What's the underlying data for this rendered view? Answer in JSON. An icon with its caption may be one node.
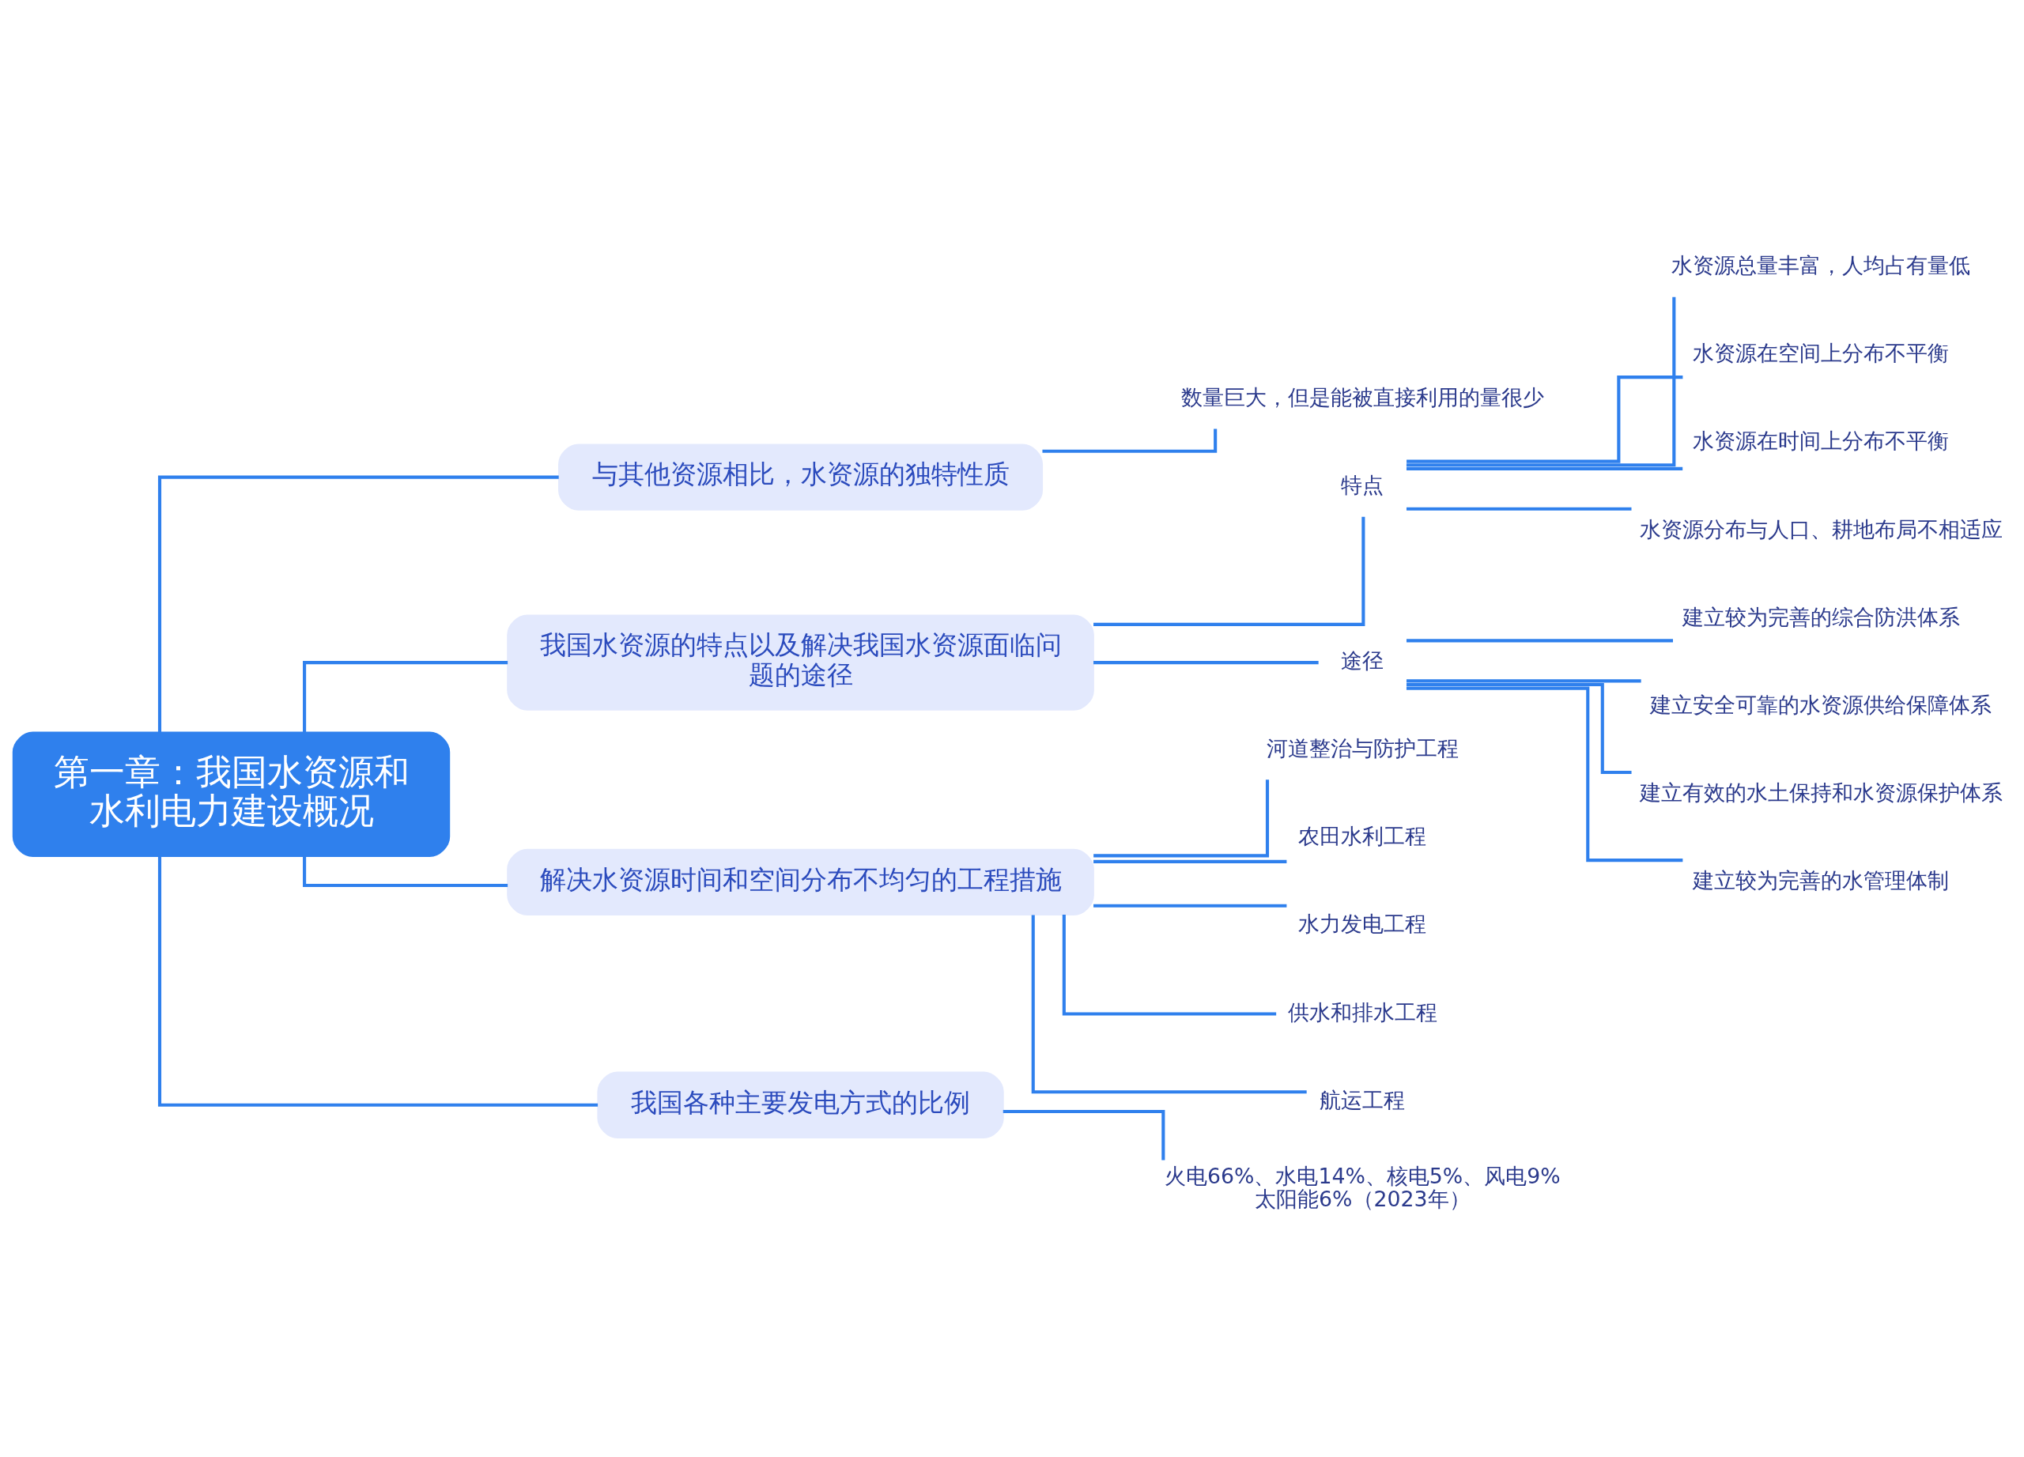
{
  "diagram": {
    "nodes": [
      {
        "text": [
          "第一章：我国水资源和水利电力建设概况"
        ]
      },
      {
        "text": [
          "与其他资源相比，水资源的独特性质"
        ]
      },
      {
        "text": [
          "数量巨大，但是能被直接利用的量很少"
        ]
      },
      {
        "text": [
          "我国水资源的特点以及解决我国水资源面临问题的途径"
        ]
      },
      {
        "text": [
          "特点"
        ]
      },
      {
        "text": [
          "水资源总量丰富，人均占有量低"
        ]
      },
      {
        "text": [
          "水资源在空间上分布不平衡"
        ]
      },
      {
        "text": [
          "水资源在时间上分布不平衡"
        ]
      },
      {
        "text": [
          "水资源分布与人口、耕地布局不相适应"
        ]
      },
      {
        "text": [
          "途径"
        ]
      },
      {
        "text": [
          "建立较为完善的综合防洪体系"
        ]
      },
      {
        "text": [
          "建立安全可靠的水资源供给保障体系"
        ]
      },
      {
        "text": [
          "建立有效的水土保持和水资源保护体系"
        ]
      },
      {
        "text": [
          "建立较为完善的水管理体制"
        ]
      },
      {
        "text": [
          "解决水资源时间和空间分布不均匀的工程措施"
        ]
      },
      {
        "text": [
          "河道整治与防护工程"
        ]
      },
      {
        "text": [
          "农田水利工程"
        ]
      },
      {
        "text": [
          "水力发电工程"
        ]
      },
      {
        "text": [
          "供水和排水工程"
        ]
      },
      {
        "text": [
          "航运工程"
        ]
      },
      {
        "text": [
          "我国各种主要发电方式的比例"
        ]
      },
      {
        "text": [
          "火电66%、水电14%、核电5%、风电9% 太阳能6%（2023年）"
        ]
      }
    ],
    "edges": [
      {
        "from": 0,
        "to": 1,
        "arrow": "none"
      },
      {
        "from": 1,
        "to": 2,
        "arrow": "none"
      },
      {
        "from": 0,
        "to": 3,
        "arrow": "none"
      },
      {
        "from": 3,
        "to": 4,
        "arrow": "none"
      },
      {
        "from": 4,
        "to": 5,
        "arrow": "none"
      },
      {
        "from": 4,
        "to": 6,
        "arrow": "none"
      },
      {
        "from": 4,
        "to": 7,
        "arrow": "none"
      },
      {
        "from": 4,
        "to": 8,
        "arrow": "none"
      },
      {
        "from": 3,
        "to": 9,
        "arrow": "none"
      },
      {
        "from": 9,
        "to": 10,
        "arrow": "none"
      },
      {
        "from": 9,
        "to": 11,
        "arrow": "none"
      },
      {
        "from": 9,
        "to": 12,
        "arrow": "none"
      },
      {
        "from": 9,
        "to": 13,
        "arrow": "none"
      },
      {
        "from": 0,
        "to": 14,
        "arrow": "none"
      },
      {
        "from": 14,
        "to": 15,
        "arrow": "none"
      },
      {
        "from": 14,
        "to": 16,
        "arrow": "none"
      },
      {
        "from": 14,
        "to": 17,
        "arrow": "none"
      },
      {
        "from": 14,
        "to": 18,
        "arrow": "none"
      },
      {
        "from": 14,
        "to": 19,
        "arrow": "none"
      },
      {
        "from": 0,
        "to": 20,
        "arrow": "none"
      },
      {
        "from": 20,
        "to": 21,
        "arrow": "none"
      }
    ]
  }
}
